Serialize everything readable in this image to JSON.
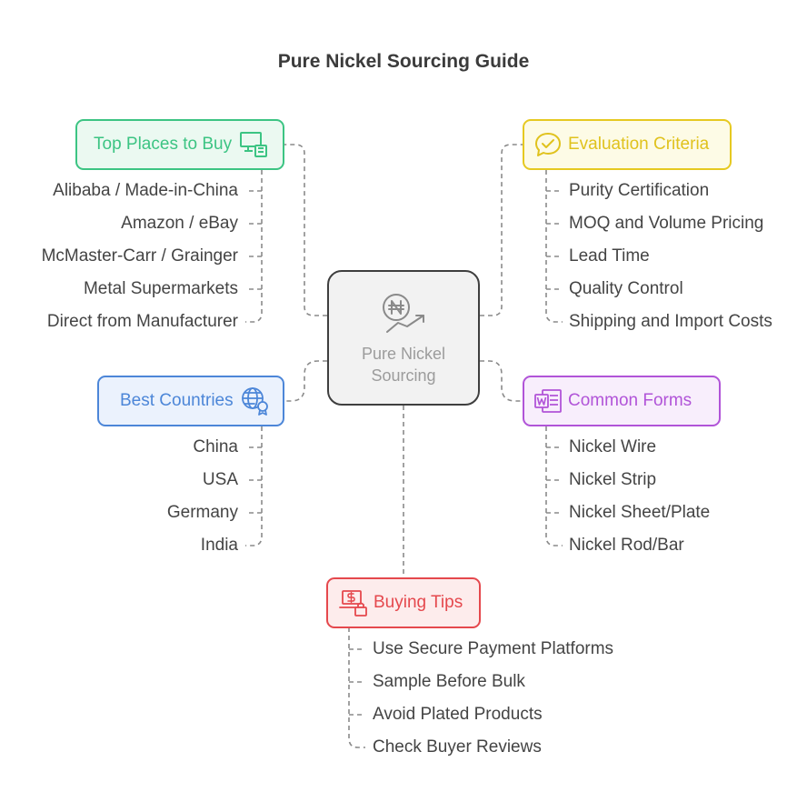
{
  "title": "Pure Nickel Sourcing Guide",
  "center": {
    "line1": "Pure Nickel",
    "line2": "Sourcing",
    "icon": "naira-trend-icon"
  },
  "colors": {
    "green": "#3cc483",
    "yellow": "#e6c921",
    "blue": "#4c86d8",
    "purple": "#b154d8",
    "red": "#e5484d",
    "connector": "#8a8a8a"
  },
  "branches": {
    "top_places": {
      "label": "Top Places to Buy",
      "icon": "computer-shop-icon",
      "items": [
        "Alibaba / Made-in-China",
        "Amazon / eBay",
        "McMaster-Carr / Grainger",
        "Metal Supermarkets",
        "Direct from Manufacturer"
      ]
    },
    "evaluation": {
      "label": "Evaluation Criteria",
      "icon": "checkmark-chat-icon",
      "items": [
        "Purity Certification",
        "MOQ and Volume Pricing",
        "Lead Time",
        "Quality Control",
        "Shipping and Import Costs"
      ]
    },
    "countries": {
      "label": "Best Countries",
      "icon": "globe-badge-icon",
      "items": [
        "China",
        "USA",
        "Germany",
        "India"
      ]
    },
    "forms": {
      "label": "Common Forms",
      "icon": "document-word-icon",
      "items": [
        "Nickel Wire",
        "Nickel Strip",
        "Nickel Sheet/Plate",
        "Nickel Rod/Bar"
      ]
    },
    "tips": {
      "label": "Buying Tips",
      "icon": "laptop-lock-icon",
      "items": [
        "Use Secure Payment Platforms",
        "Sample Before Bulk",
        "Avoid Plated Products",
        "Check Buyer Reviews"
      ]
    }
  }
}
